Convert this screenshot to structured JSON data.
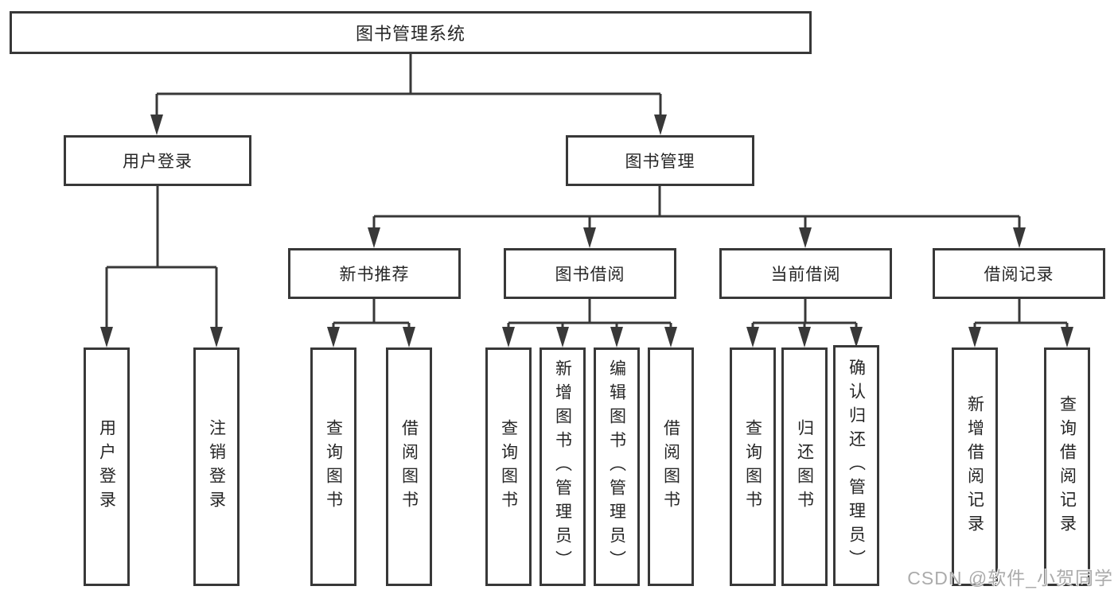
{
  "title": "图书管理系统",
  "colors": {
    "line": "#383838",
    "box_border": "#383838",
    "text": "#262626",
    "background": "#ffffff",
    "watermark": "#ababab"
  },
  "tree": {
    "label": "图书管理系统",
    "children": [
      {
        "label": "用户登录",
        "children": [
          {
            "label": "用户登录"
          },
          {
            "label": "注销登录"
          }
        ]
      },
      {
        "label": "图书管理",
        "children": [
          {
            "label": "新书推荐",
            "children": [
              {
                "label": "查询图书"
              },
              {
                "label": "借阅图书"
              }
            ]
          },
          {
            "label": "图书借阅",
            "children": [
              {
                "label": "查询图书"
              },
              {
                "label": "新增图书（管理员）"
              },
              {
                "label": "编辑图书（管理员）"
              },
              {
                "label": "借阅图书"
              }
            ]
          },
          {
            "label": "当前借阅",
            "children": [
              {
                "label": "查询图书"
              },
              {
                "label": "归还图书"
              },
              {
                "label": "确认归还（管理员）"
              }
            ]
          },
          {
            "label": "借阅记录",
            "children": [
              {
                "label": "新增借阅记录"
              },
              {
                "label": "查询借阅记录"
              }
            ]
          }
        ]
      }
    ]
  },
  "watermark": "CSDN @软件_小贺同学"
}
